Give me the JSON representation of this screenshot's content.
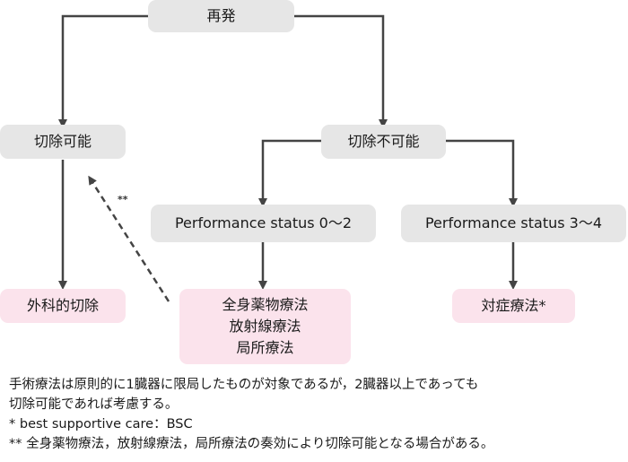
{
  "nodes": {
    "recurrence": "再発",
    "resectable": "切除可能",
    "unresectable": "切除不可能",
    "ps_low": "Performance status 0〜2",
    "ps_high": "Performance status 3〜4",
    "surgery": "外科的切除",
    "treatments": [
      "全身薬物療法",
      "放射線療法",
      "局所療法"
    ],
    "symptomatic": "対症療法*"
  },
  "dashed_marker": "**",
  "notes": {
    "line1": "手術療法は原則的に1臓器に限局したものが対象であるが，2臓器以上であっても",
    "line2": "切除可能であれば考慮する。",
    "footnote1": " * best supportive care：BSC",
    "footnote2": "** 全身薬物療法，放射線療法，局所療法の奏効により切除可能となる場合がある。"
  },
  "colors": {
    "gray_box": "#e6e6e6",
    "pink_box": "#fbe3ec",
    "arrow": "#444444"
  }
}
